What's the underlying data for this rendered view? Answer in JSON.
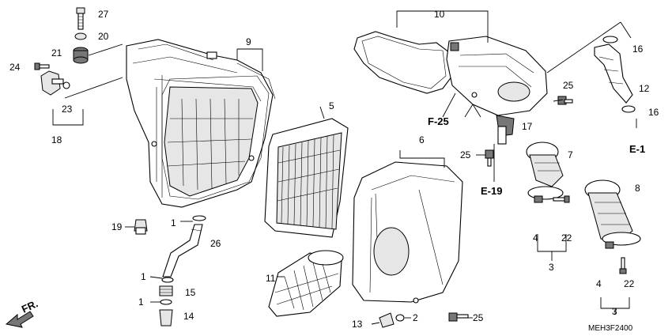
{
  "diagram": {
    "code": "MEH3F2400",
    "fr_label": "FR.",
    "refs": {
      "f25": "F-25",
      "e19": "E-19",
      "e1": "E-1"
    },
    "callouts": [
      {
        "id": "c27",
        "text": "27"
      },
      {
        "id": "c20",
        "text": "20"
      },
      {
        "id": "c21",
        "text": "21"
      },
      {
        "id": "c24",
        "text": "24"
      },
      {
        "id": "c23",
        "text": "23"
      },
      {
        "id": "c18",
        "text": "18"
      },
      {
        "id": "c9",
        "text": "9"
      },
      {
        "id": "c19",
        "text": "19"
      },
      {
        "id": "c1a",
        "text": "1"
      },
      {
        "id": "c26",
        "text": "26"
      },
      {
        "id": "c1b",
        "text": "1"
      },
      {
        "id": "c15",
        "text": "15"
      },
      {
        "id": "c1c",
        "text": "1"
      },
      {
        "id": "c14",
        "text": "14"
      },
      {
        "id": "c5",
        "text": "5"
      },
      {
        "id": "c11",
        "text": "11"
      },
      {
        "id": "c10",
        "text": "10"
      },
      {
        "id": "c6",
        "text": "6"
      },
      {
        "id": "c13",
        "text": "13"
      },
      {
        "id": "c2",
        "text": "2"
      },
      {
        "id": "c25a",
        "text": "25"
      },
      {
        "id": "c25b",
        "text": "25"
      },
      {
        "id": "c25c",
        "text": "25"
      },
      {
        "id": "c17",
        "text": "17"
      },
      {
        "id": "c16a",
        "text": "16"
      },
      {
        "id": "c12",
        "text": "12"
      },
      {
        "id": "c16b",
        "text": "16"
      },
      {
        "id": "c7",
        "text": "7"
      },
      {
        "id": "c8",
        "text": "8"
      },
      {
        "id": "c4a",
        "text": "4"
      },
      {
        "id": "c22a",
        "text": "22"
      },
      {
        "id": "c3a",
        "text": "3"
      },
      {
        "id": "c4b",
        "text": "4"
      },
      {
        "id": "c22b",
        "text": "22"
      },
      {
        "id": "c3b",
        "text": "3"
      }
    ]
  }
}
